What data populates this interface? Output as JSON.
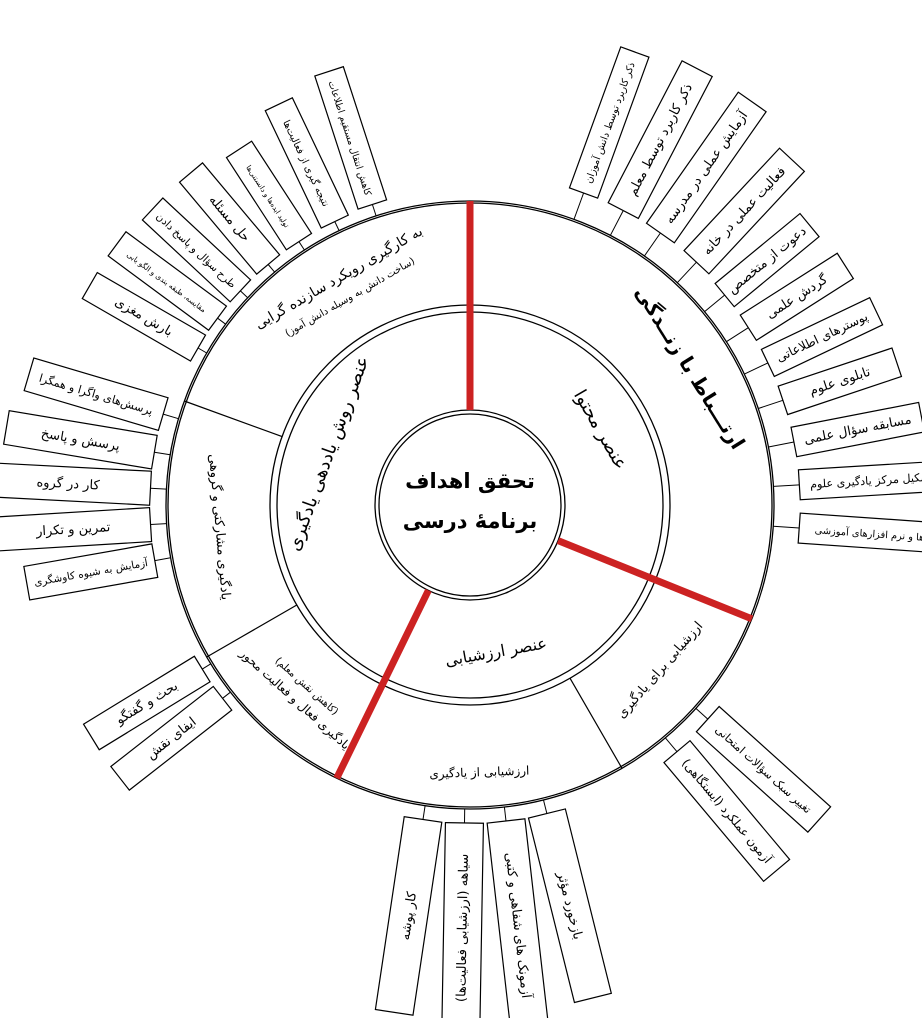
{
  "center": {
    "line1": "تحقق اهداف",
    "line2": "برنامۀ درسی"
  },
  "inner_sectors": [
    {
      "label": "عنصر محتوا"
    },
    {
      "label": "عنصر روش یاددهی یادگیری"
    },
    {
      "label": "عنصر ارزشیابی"
    }
  ],
  "outer_sectors": [
    {
      "label": "ارتـــباط با زنــدگی"
    },
    {
      "label": "به کارگیری رویکرد سازنده گرایی",
      "sub": "(ساخت دانش به وسیله دانش آموز)"
    },
    {
      "label": "یادگیری مشارکتی و گروهی"
    },
    {
      "label": "یادگیری فعال و فعالیت محور",
      "sub": "(کاهش نقش معلم)"
    },
    {
      "label": "ارزشیابی از یادگیری"
    },
    {
      "label": "ارزشیابی برای یادگیری"
    }
  ],
  "boxes": [
    {
      "text": "ذکر کاربرد توسط دانش آموزان"
    },
    {
      "text": "ذکر کاربرد توسط معلم"
    },
    {
      "text": "آزمایش عملی در مدرسه"
    },
    {
      "text": "فعالیت عملی در خانه"
    },
    {
      "text": "دعوت از متخصص"
    },
    {
      "text": "گردش علمی"
    },
    {
      "text": "پوسترهای اطلاعاتی"
    },
    {
      "text": "تابلوی علوم"
    },
    {
      "text": "مسابقه سؤال علمی"
    },
    {
      "text": "تشکیل مرکز یادگیری علوم"
    },
    {
      "text": "رسانه‌ها و نرم افزارهای آموزشی"
    },
    {
      "text": "تغییر سبک سؤالات امتحانی"
    },
    {
      "text": "آزمون عملکرد (ایستگاهی)"
    },
    {
      "text": "بازخورد مؤثر"
    },
    {
      "text": "آزمونک های شفاهی و کتبی"
    },
    {
      "text": "سیاهه (ارزشیابی فعالیت‌ها)"
    },
    {
      "text": "کار پوشه"
    },
    {
      "text": "ایفای نقش"
    },
    {
      "text": "بحث و گفتگو"
    },
    {
      "text": "آزمایش به شیوه کاوشگری"
    },
    {
      "text": "تمرین و تکرار"
    },
    {
      "text": "کار در گروه"
    },
    {
      "text": "پرسش و پاسخ"
    },
    {
      "text": "پرسش‌های واگرا و همگرا"
    },
    {
      "text": "بارش مغزی"
    },
    {
      "text": "مقایسه، طبقه بندی و الگو یابی"
    },
    {
      "text": "طرح سؤال و پاسخ دادن"
    },
    {
      "text": "حل مسئله"
    },
    {
      "text": "تولید ایده‌ها و دانستنی‌ها"
    },
    {
      "text": "نتیجه گیری از فعالیت‌ها"
    },
    {
      "text": "کاهش انتقال مستقیم اطلاعات"
    }
  ],
  "colors": {
    "accent_spoke": "#cc2222",
    "outline": "#000000",
    "watermark": "#bdbdbd"
  }
}
